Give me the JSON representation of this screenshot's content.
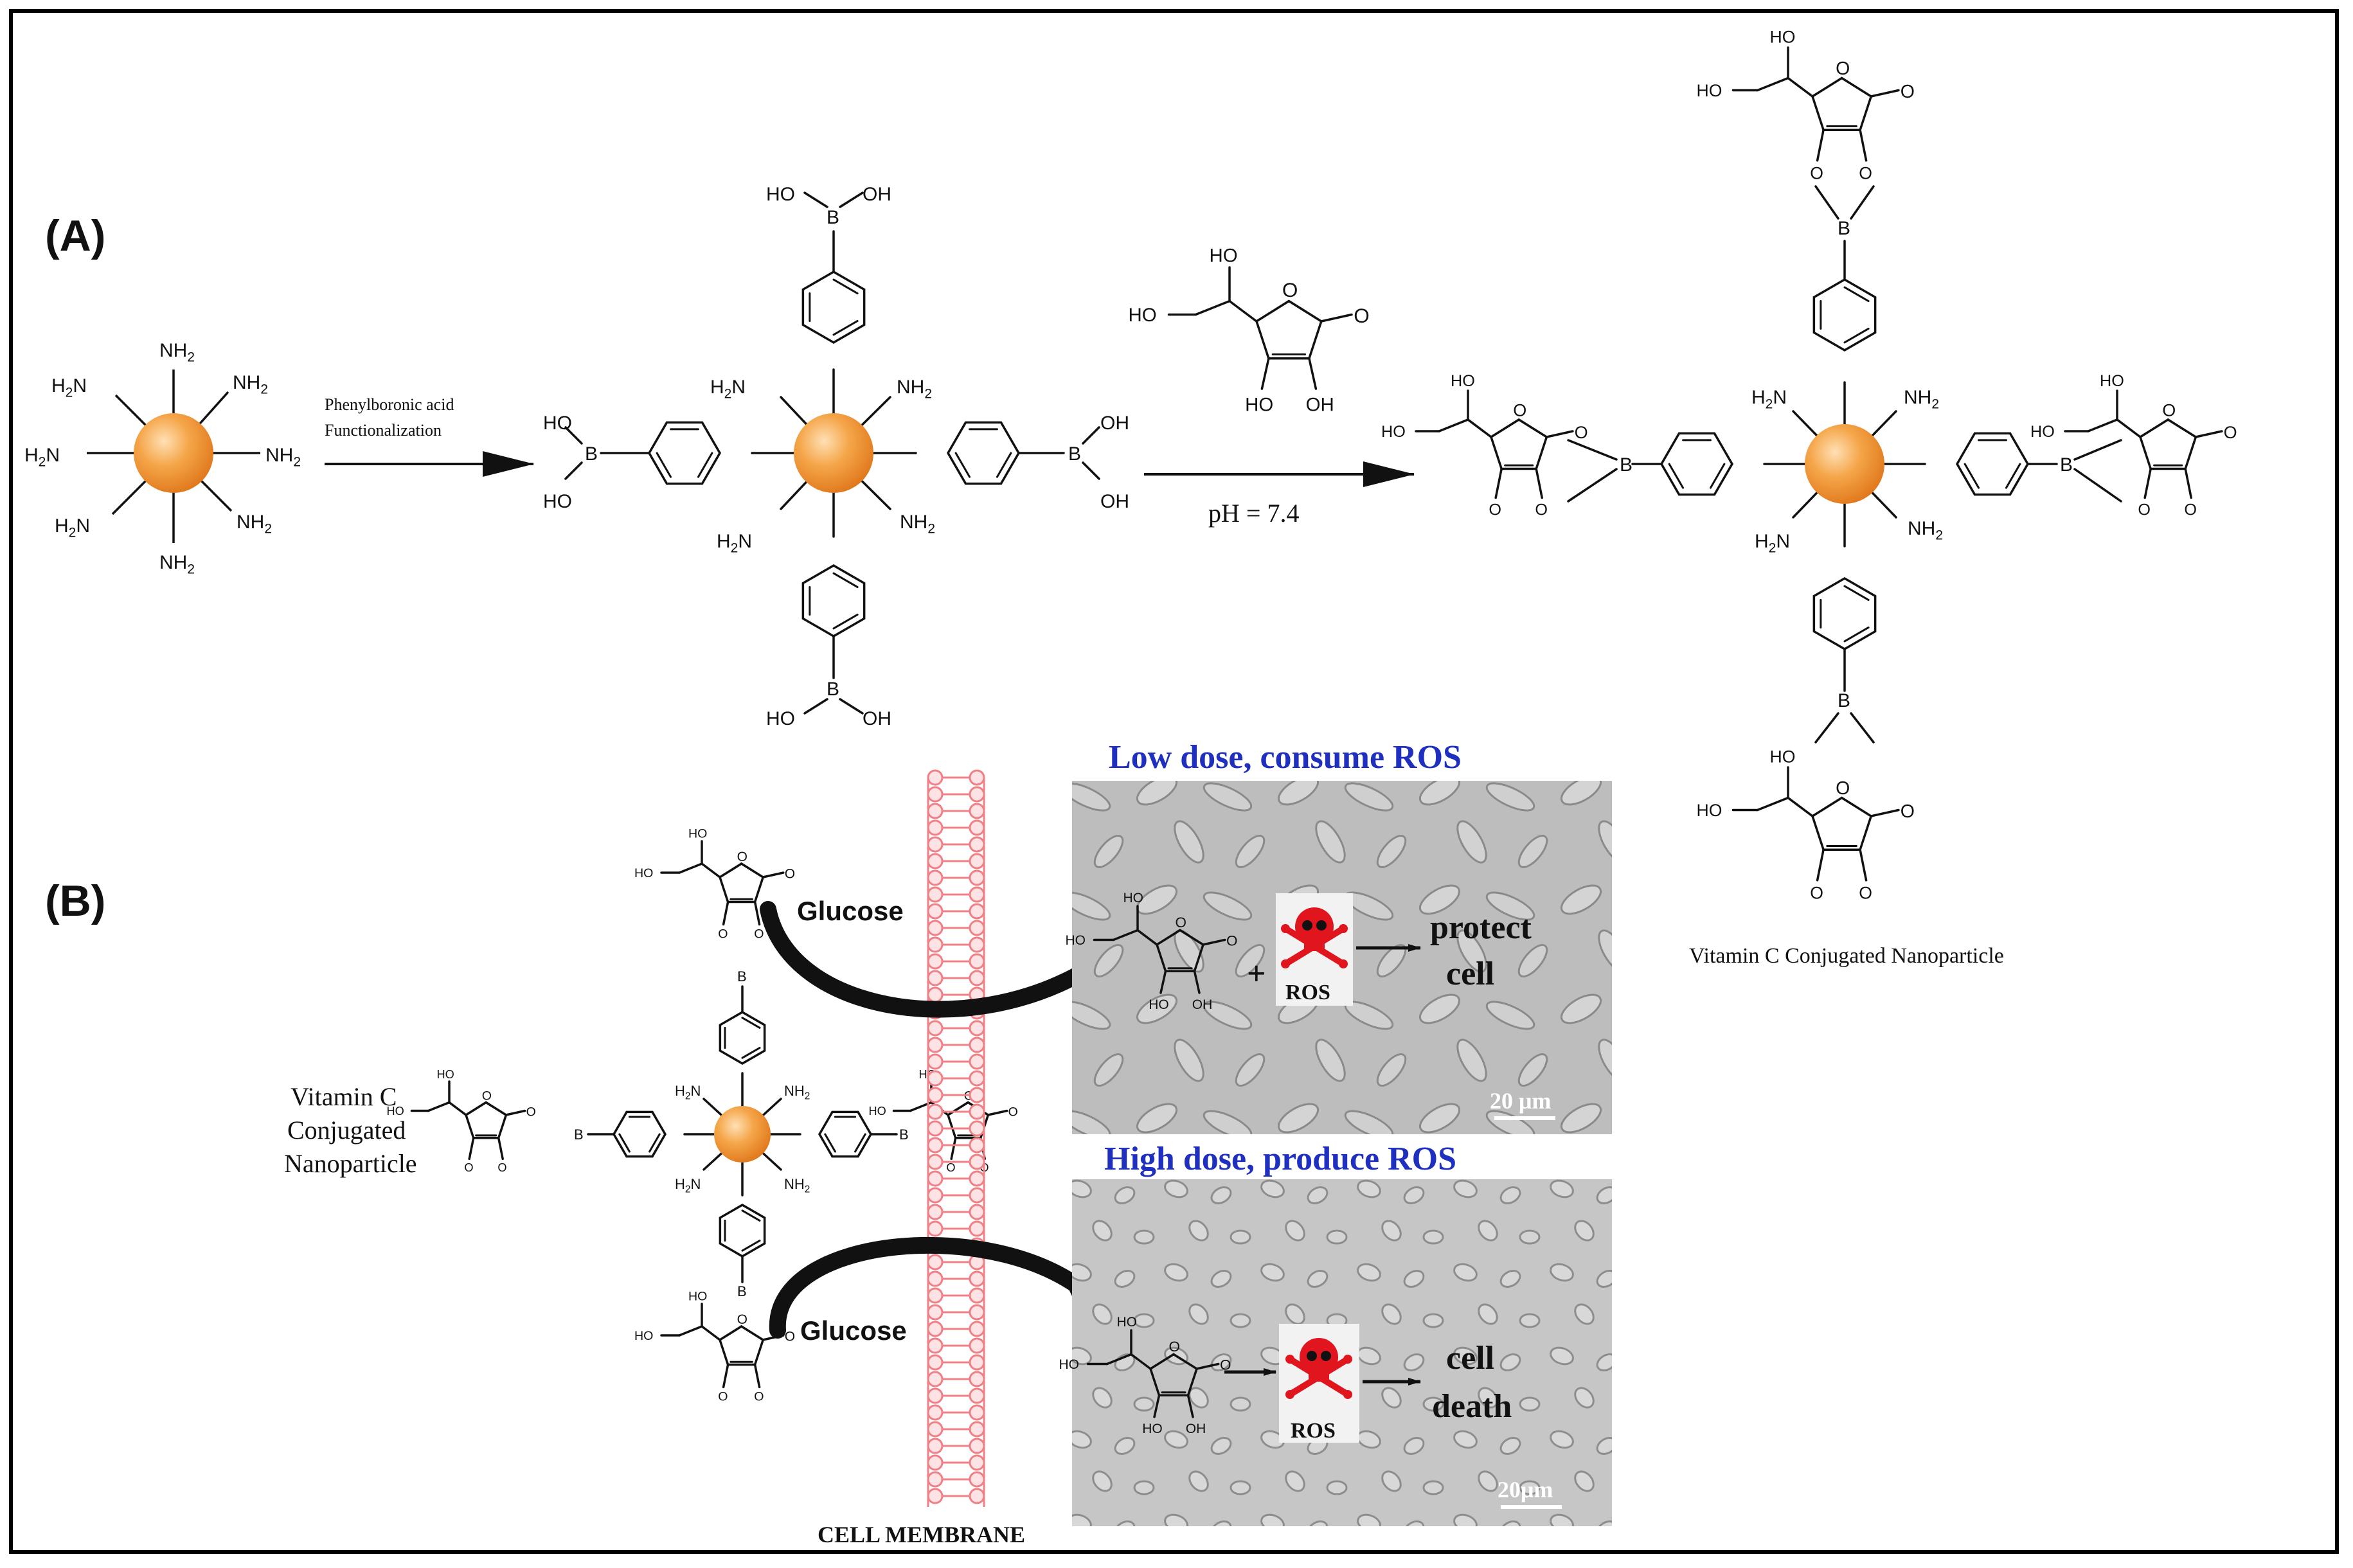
{
  "panel_a": {
    "label": "(A)",
    "step1": {
      "line1": "Phenylboronic acid",
      "line2": "Functionalization"
    },
    "step2": {
      "condition": "pH = 7.4"
    },
    "product_caption": "Vitamin C Conjugated Nanoparticle"
  },
  "panel_b": {
    "label": "(B)",
    "particle_caption": {
      "line1": "Vitamin C",
      "line2": "Conjugated",
      "line3": "Nanoparticle"
    },
    "glucose_top": "Glucose",
    "glucose_bottom": "Glucose",
    "membrane_label": "CELL MEMBRANE",
    "low_dose": {
      "title": "Low dose, consume ROS",
      "plus": "+",
      "ros": "ROS",
      "outcome_line1": "protect",
      "outcome_line2": "cell",
      "scale": "20 μm"
    },
    "high_dose": {
      "title": "High dose, produce ROS",
      "ros": "ROS",
      "outcome_line1": "cell",
      "outcome_line2": "death",
      "scale": "20μm"
    }
  },
  "chem_labels": {
    "nh": "NH",
    "hn": "H",
    "n": "N",
    "two": "2",
    "b": "B",
    "oh": "OH",
    "ho": "HO",
    "o": "O"
  },
  "colors": {
    "nanoparticle": "#f39a3c",
    "membrane": "#f07f86",
    "title_blue": "#1f2fbf",
    "skull": "#e0151d"
  }
}
